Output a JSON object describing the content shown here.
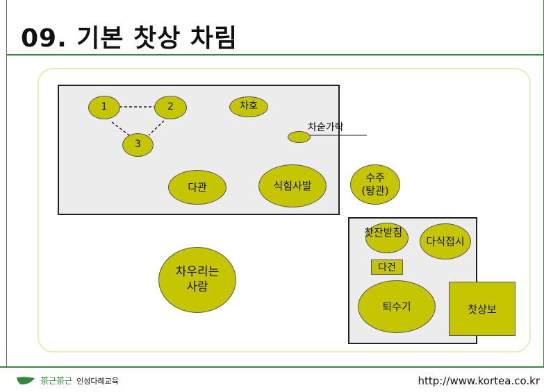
{
  "title": "09. 기본 찻상 차림",
  "items": {
    "cup1": "1",
    "cup2": "2",
    "cup3": "3",
    "teapot_lid": "차호",
    "spoon": "차숟가락",
    "teapot": "다관",
    "cooling_bowl": "식힘사발",
    "water_pot": "수주\n(탕관)",
    "saucer": "찻잔받침",
    "plate": "다식접시",
    "towel": "다건",
    "waste_bowl": "퇴수기",
    "cloth": "찻상보",
    "person": "차우리는\n사람"
  },
  "footer": {
    "brand": "茶근茶근",
    "brand_sub": "인성다례교육",
    "url": "http://www.kortea.co.kr"
  },
  "colors": {
    "accent_green": "#2f8a3a",
    "item_fill": "#c6c600",
    "tray_fill": "#ececec"
  }
}
